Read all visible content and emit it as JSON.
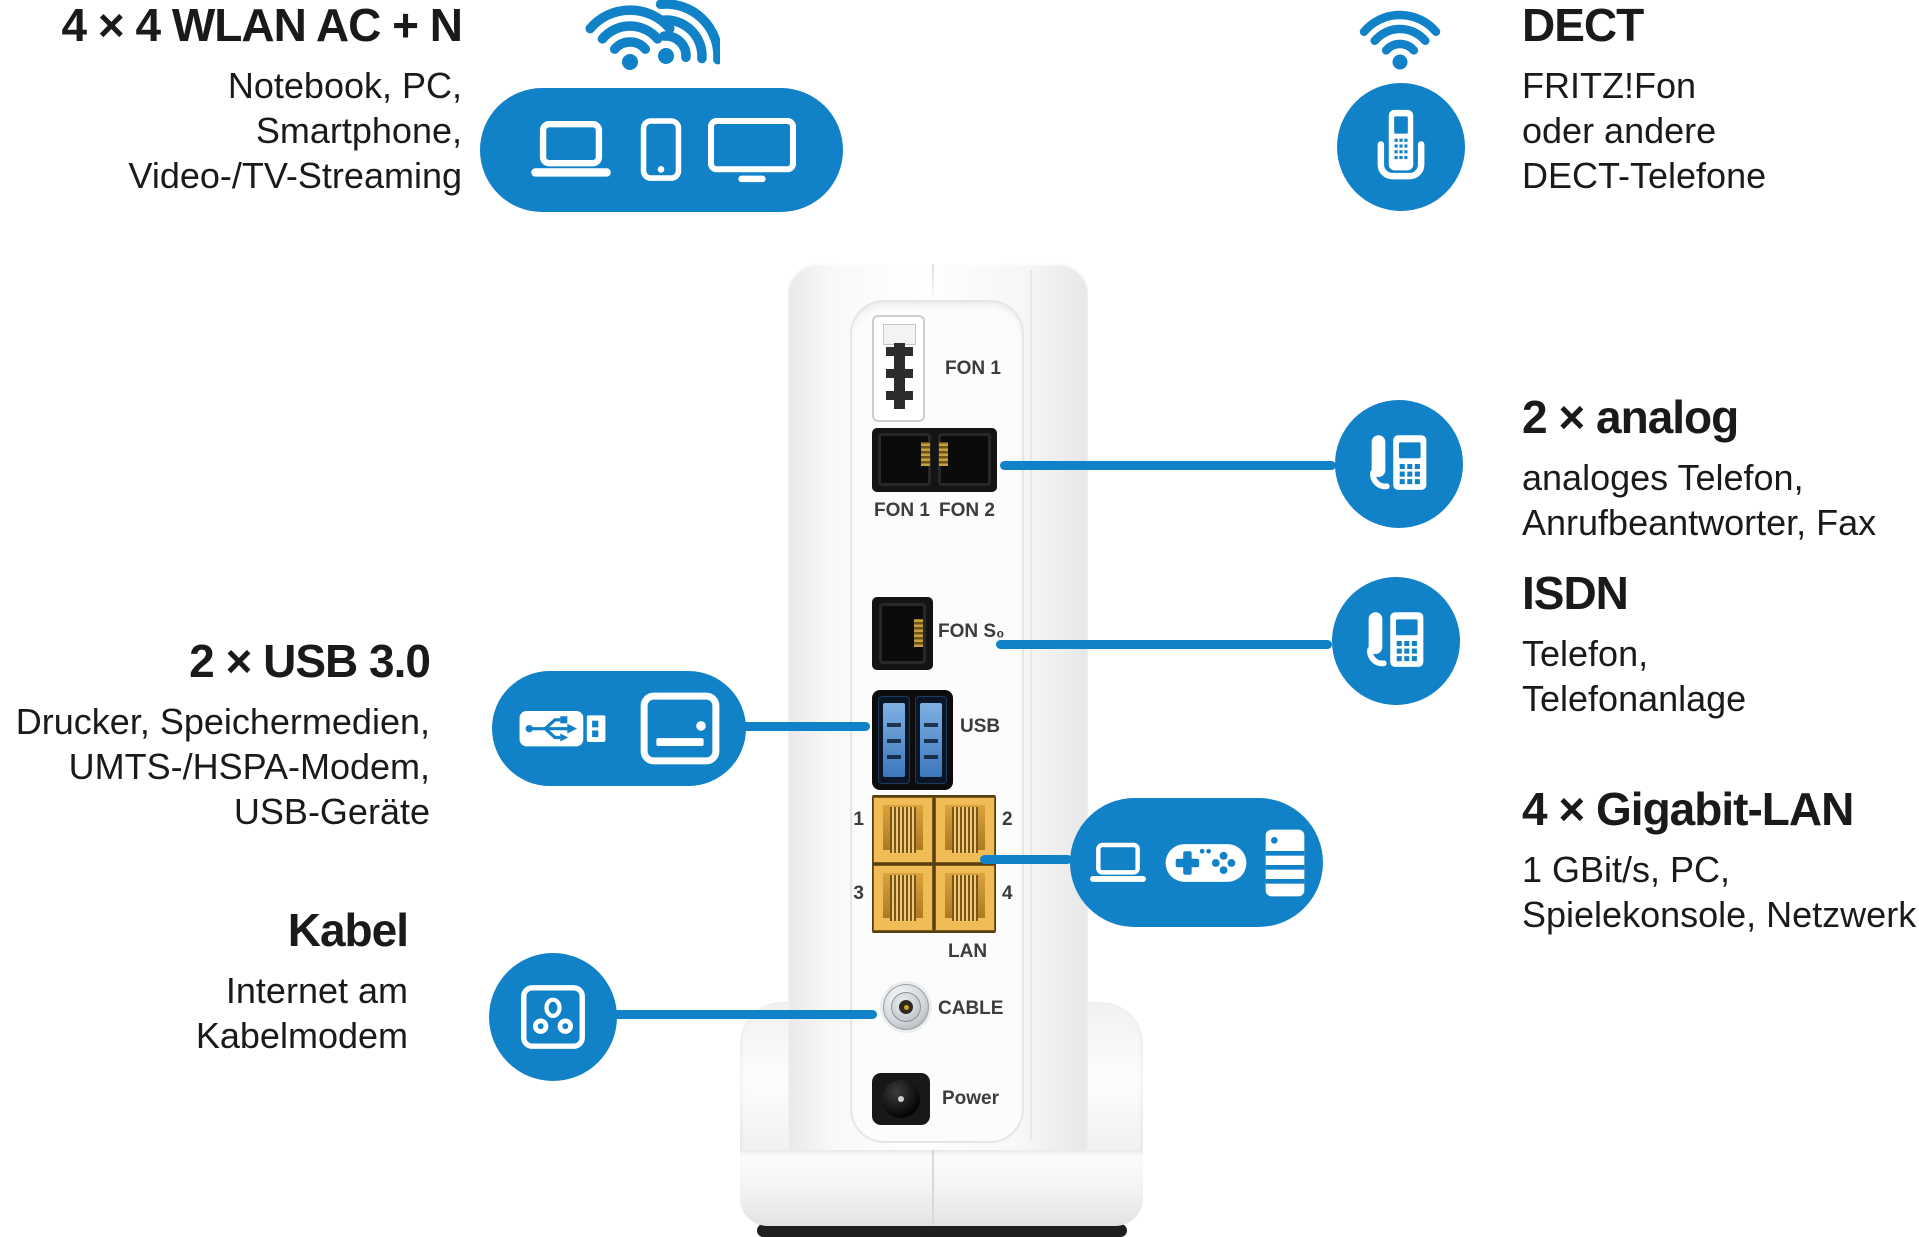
{
  "colors": {
    "blue": "#1181c8",
    "ink": "#1a1a1a",
    "label": "#3c3c3c",
    "lan-frame": "#efbc55",
    "lan-inner": "#ad7a22",
    "gold": "#c9a227"
  },
  "sections": {
    "wlan": {
      "title": "4 × 4 WLAN AC + N",
      "lines": [
        "Notebook, PC,",
        "Smartphone,",
        "Video-/TV-Streaming"
      ]
    },
    "dect": {
      "title": "DECT",
      "lines": [
        "FRITZ!Fon",
        "oder andere",
        "DECT-Telefone"
      ]
    },
    "analog": {
      "title": "2 × analog",
      "lines": [
        "analoges Telefon,",
        "Anrufbeantworter, Fax"
      ]
    },
    "isdn": {
      "title": "ISDN",
      "lines": [
        "Telefon,",
        "Telefonanlage"
      ]
    },
    "gigabit": {
      "title": "4 × Gigabit-LAN",
      "lines": [
        "1 GBit/s, PC,",
        "Spielekonsole, Netzwerk"
      ]
    },
    "usb": {
      "title": "2 × USB 3.0",
      "lines": [
        "Drucker, Speichermedien,",
        "UMTS-/HSPA-Modem,",
        "USB-Geräte"
      ]
    },
    "kabel": {
      "title": "Kabel",
      "lines": [
        "Internet am",
        "Kabelmodem"
      ]
    }
  },
  "router": {
    "ports": {
      "tae": "FON 1",
      "fon1": "FON 1",
      "fon2": "FON 2",
      "fons0": "FON S₀",
      "usb": "USB",
      "lan1": "1",
      "lan2": "2",
      "lan3": "3",
      "lan4": "4",
      "lan": "LAN",
      "cable": "CABLE",
      "power": "Power"
    }
  },
  "icons": {
    "wifi-double-icon": "two overlapping wifi fans (css/svg arcs)",
    "wifi-icon": "wifi fan (svg arcs)",
    "laptop-icon": "svg outline",
    "smartphone-icon": "svg outline",
    "tv-icon": "svg outline",
    "dect-phone-icon": "handset in cradle (svg)",
    "desk-phone-icon": "phone with handset (svg)",
    "usb-stick-icon": "usb stick with trident (svg)",
    "printer-icon": "svg outline",
    "gamepad-icon": "svg controller",
    "server-icon": "svg tower",
    "cable-socket-icon": "coax wall socket (svg)"
  }
}
